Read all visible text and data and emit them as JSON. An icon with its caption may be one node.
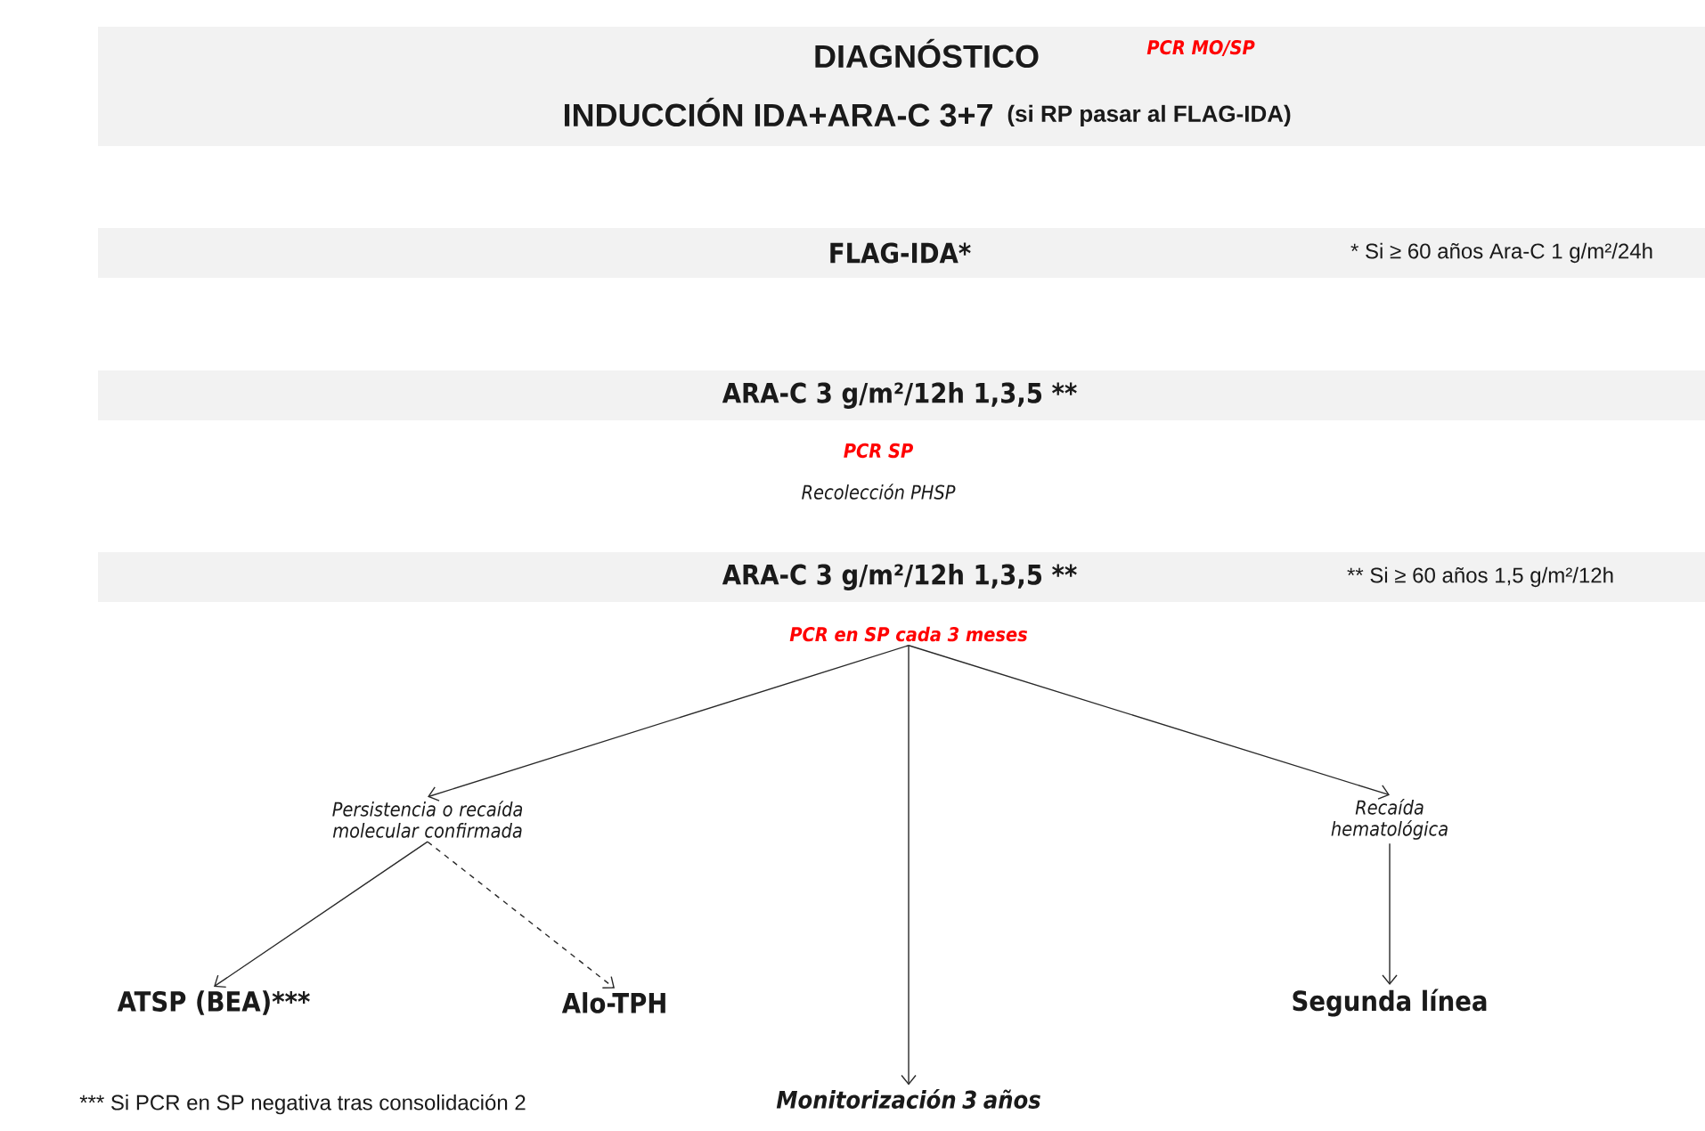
{
  "diagram": {
    "nodes": [
      {
        "text": [
          "DIAGNÓSTICO",
          "PCR MO/SP",
          "INDUCCIÓN IDA+ARA-C  3+7",
          "(si RP pasar al FLAG-IDA)"
        ]
      },
      {
        "text": [
          "FLAG-IDA*",
          "* Si ≥ 60 años Ara-C 1 g/m²/24h"
        ]
      },
      {
        "text": [
          "ARA-C 3 g/m²/12h 1,3,5 **"
        ]
      },
      {
        "text": [
          "ARA-C 3 g/m²/12h 1,3,5 **",
          "** Si ≥ 60 años 1,5 g/m²/12h"
        ]
      },
      {
        "text": [
          "PCR en SP cada 3 meses"
        ]
      },
      {
        "text": [
          "Persistencia o recaída molecular confirmada"
        ]
      },
      {
        "text": [
          "Recaída hematológica"
        ]
      },
      {
        "text": [
          "ATSP (BEA)***"
        ]
      },
      {
        "text": [
          "Alo-TPH"
        ]
      },
      {
        "text": [
          "Segunda línea"
        ]
      },
      {
        "text": [
          "Monitorización 3 años"
        ]
      }
    ],
    "edges": [
      {
        "from": 4,
        "to": 5,
        "arrow": "to"
      },
      {
        "from": 4,
        "to": 10,
        "arrow": "to"
      },
      {
        "from": 4,
        "to": 6,
        "arrow": "to"
      },
      {
        "from": 5,
        "to": 7,
        "arrow": "to"
      },
      {
        "from": 5,
        "to": 8,
        "arrow": "to",
        "style": "dashed"
      },
      {
        "from": 6,
        "to": 9,
        "arrow": "to"
      }
    ],
    "labels": [
      "PCR SP",
      "Recolección PHSP",
      "*** Si PCR en SP negativa tras consolidación 2"
    ]
  }
}
